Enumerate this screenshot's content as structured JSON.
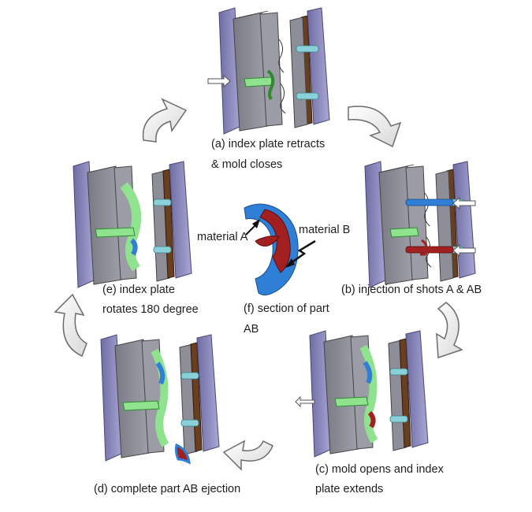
{
  "colors": {
    "mold_face": "#8c8c96",
    "mold_top": "#b4b4bc",
    "mold_side": "#60606a",
    "back_plate": "#9a98c8",
    "back_plate_dark": "#6f6da3",
    "brown_plate": "#6a3f1f",
    "green_part": "#8fe38f",
    "green_outline": "#2f8a2f",
    "blue_material": "#2f7fd6",
    "red_material": "#a32020",
    "pin_color": "#8ad0d8",
    "arrow_fill": "#ffffff",
    "arrow_stroke": "#6b6b6b"
  },
  "stages": {
    "a": {
      "line1": "(a) index plate retracts",
      "line2": "& mold closes"
    },
    "b": {
      "line1": "(b) injection of shots A & AB"
    },
    "c": {
      "line1": "(c) mold opens and index",
      "line2": "plate extends"
    },
    "d": {
      "line1": "(d) complete part AB ejection"
    },
    "e": {
      "line1": "(e) index plate",
      "line2": "rotates 180 degree"
    },
    "f": {
      "line1": "(f) section of part",
      "line2": "AB"
    }
  },
  "materials": {
    "a": "material A",
    "b": "material B"
  }
}
